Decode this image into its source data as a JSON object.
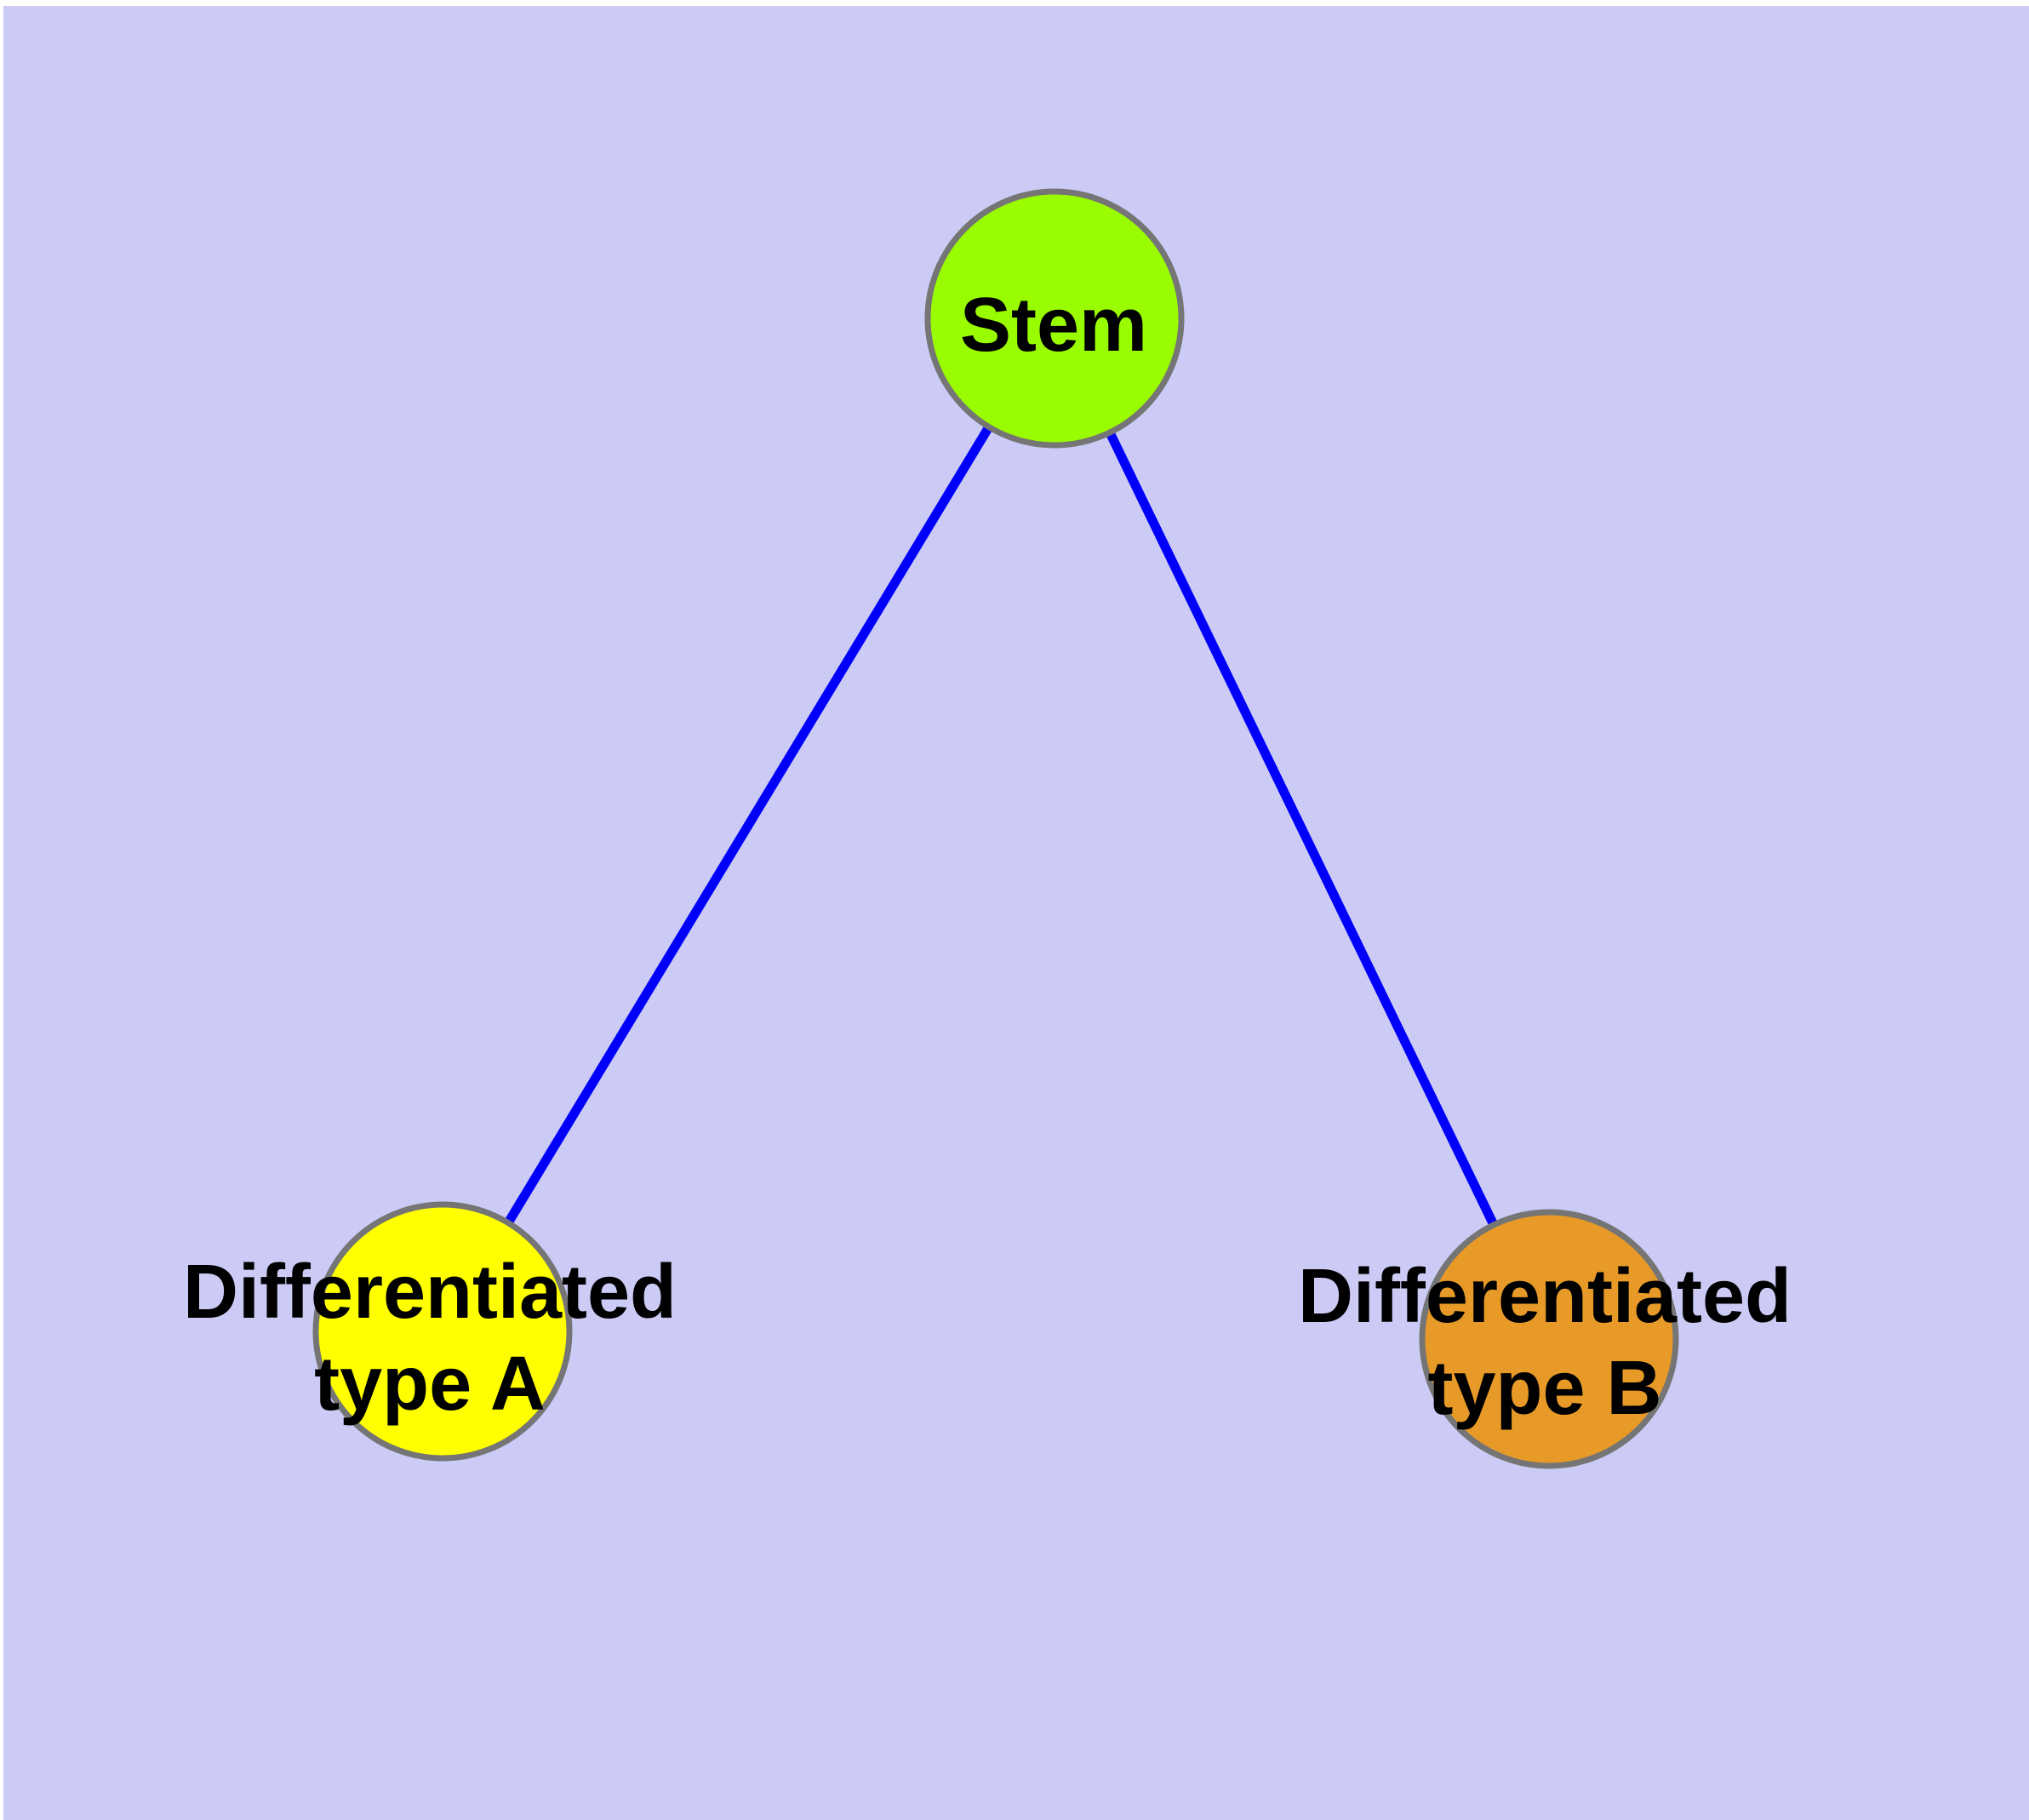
{
  "canvas": {
    "frame_color": "#ffffff",
    "background_color": "#cbcbf6"
  },
  "styles": {
    "node_border_color": "#757575",
    "edge_color": "#0000fa",
    "label_color": "#000000"
  },
  "nodes": {
    "stem": {
      "label": "Stem",
      "fill": "#9afc00"
    },
    "type_a": {
      "label": "Differentiated type A",
      "label_line1": "Differentiated",
      "label_line2": "type A",
      "fill": "#ffff00"
    },
    "type_b": {
      "label": "Differentiated type B",
      "label_line1": "Differentiated",
      "label_line2": "type B",
      "fill": "#e79a27"
    }
  },
  "edges": [
    {
      "from": "stem",
      "to": "type_a"
    },
    {
      "from": "stem",
      "to": "type_b"
    }
  ]
}
